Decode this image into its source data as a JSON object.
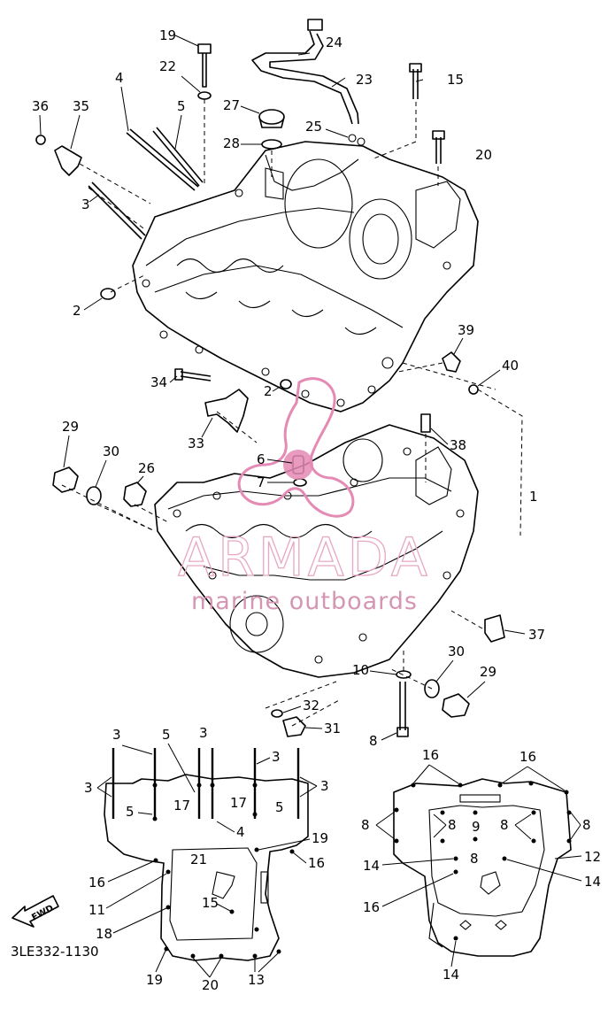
{
  "diagram_code": "3LE332-1130",
  "fwd_label": "FWD",
  "watermark": {
    "title": "ARMADA",
    "subtitle": "marine outboards",
    "color": "#e48ab4"
  },
  "callouts": {
    "n19a": "19",
    "n24": "24",
    "n22": "22",
    "n23": "23",
    "n15": "15",
    "n4": "4",
    "n36": "36",
    "n35": "35",
    "n5a": "5",
    "n27": "27",
    "n25": "25",
    "n28": "28",
    "n20": "20",
    "n3a": "3",
    "n2a": "2",
    "n39": "39",
    "n40": "40",
    "n34": "34",
    "n2b": "2",
    "n29a": "29",
    "n33": "33",
    "n38": "38",
    "n30a": "30",
    "n26": "26",
    "n6": "6",
    "n7": "7",
    "n1": "1",
    "n37": "37",
    "n30b": "30",
    "n10": "10",
    "n29b": "29",
    "n32": "32",
    "n31": "31",
    "n8a": "8"
  },
  "bottom_left": {
    "n3a": "3",
    "n5a": "5",
    "n3b": "3",
    "n3c": "3",
    "n3d": "3",
    "n3e": "3",
    "n5b": "5",
    "n17a": "17",
    "n17b": "17",
    "n5c": "5",
    "n4": "4",
    "n19a": "19",
    "n16a": "16",
    "n21": "21",
    "n16b": "16",
    "n11": "11",
    "n15": "15",
    "n18": "18",
    "n19b": "19",
    "n20": "20",
    "n13": "13"
  },
  "bottom_right": {
    "n16a": "16",
    "n16b": "16",
    "n8a": "8",
    "n8b": "8",
    "n9": "9",
    "n8c": "8",
    "n8d": "8",
    "n8e": "8",
    "n14a": "14",
    "n12": "12",
    "n14b": "14",
    "n16c": "16",
    "n14c": "14"
  }
}
